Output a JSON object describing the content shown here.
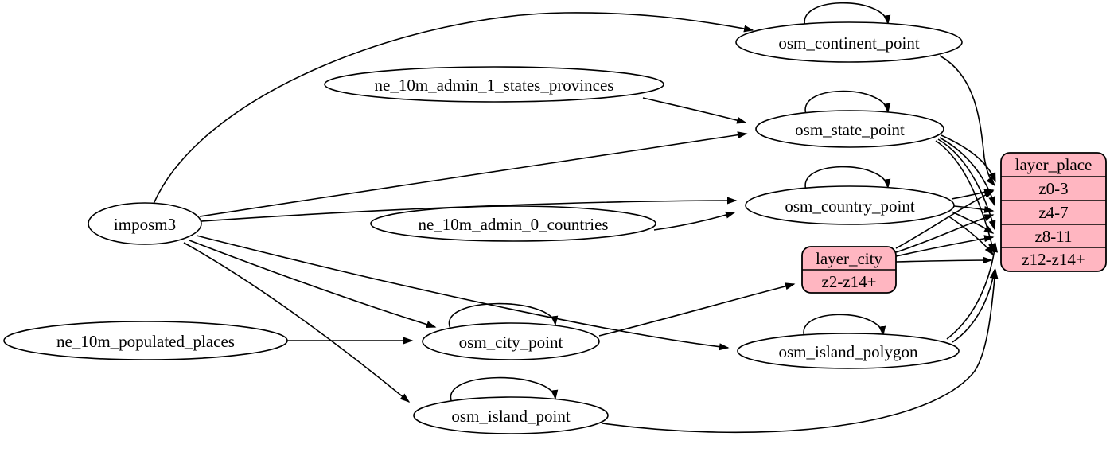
{
  "diagram": {
    "kind": "etl-graph",
    "background": "#ffffff",
    "colors": {
      "node_fill": "#ffffff",
      "record_fill": "#ffb6c1",
      "stroke": "#000000",
      "text": "#000000"
    },
    "nodes": {
      "imposm3": {
        "label": "imposm3",
        "shape": "ellipse"
      },
      "ne_10m_admin_1_states_provinces": {
        "label": "ne_10m_admin_1_states_provinces",
        "shape": "ellipse"
      },
      "ne_10m_admin_0_countries": {
        "label": "ne_10m_admin_0_countries",
        "shape": "ellipse"
      },
      "ne_10m_populated_places": {
        "label": "ne_10m_populated_places",
        "shape": "ellipse"
      },
      "osm_continent_point": {
        "label": "osm_continent_point",
        "shape": "ellipse"
      },
      "osm_state_point": {
        "label": "osm_state_point",
        "shape": "ellipse"
      },
      "osm_country_point": {
        "label": "osm_country_point",
        "shape": "ellipse"
      },
      "osm_city_point": {
        "label": "osm_city_point",
        "shape": "ellipse"
      },
      "osm_island_polygon": {
        "label": "osm_island_polygon",
        "shape": "ellipse"
      },
      "osm_island_point": {
        "label": "osm_island_point",
        "shape": "ellipse"
      }
    },
    "records": {
      "layer_city": {
        "title": "layer_city",
        "rows": [
          "z2-z14+"
        ]
      },
      "layer_place": {
        "title": "layer_place",
        "rows": [
          "z0-3",
          "z4-7",
          "z8-11",
          "z12-z14+"
        ]
      }
    },
    "edges": [
      {
        "from": "imposm3",
        "to": "osm_continent_point"
      },
      {
        "from": "imposm3",
        "to": "osm_state_point"
      },
      {
        "from": "imposm3",
        "to": "osm_country_point"
      },
      {
        "from": "imposm3",
        "to": "osm_city_point"
      },
      {
        "from": "imposm3",
        "to": "osm_island_polygon"
      },
      {
        "from": "imposm3",
        "to": "osm_island_point"
      },
      {
        "from": "ne_10m_admin_1_states_provinces",
        "to": "osm_state_point"
      },
      {
        "from": "ne_10m_admin_0_countries",
        "to": "osm_country_point"
      },
      {
        "from": "ne_10m_populated_places",
        "to": "osm_city_point"
      },
      {
        "from": "osm_continent_point",
        "to": "osm_continent_point",
        "self_loop": true
      },
      {
        "from": "osm_state_point",
        "to": "osm_state_point",
        "self_loop": true
      },
      {
        "from": "osm_country_point",
        "to": "osm_country_point",
        "self_loop": true
      },
      {
        "from": "osm_city_point",
        "to": "osm_city_point",
        "self_loop": true
      },
      {
        "from": "osm_island_polygon",
        "to": "osm_island_polygon",
        "self_loop": true
      },
      {
        "from": "osm_island_point",
        "to": "osm_island_point",
        "self_loop": true
      },
      {
        "from": "osm_city_point",
        "to": "layer_city",
        "port": "z2-z14+"
      },
      {
        "from": "osm_continent_point",
        "to": "layer_place",
        "port": "z0-3"
      },
      {
        "from": "osm_country_point",
        "to": "layer_place",
        "port": "z0-3"
      },
      {
        "from": "osm_country_point",
        "to": "layer_place",
        "port": "z4-7"
      },
      {
        "from": "osm_country_point",
        "to": "layer_place",
        "port": "z8-11"
      },
      {
        "from": "osm_country_point",
        "to": "layer_place",
        "port": "z12-z14+"
      },
      {
        "from": "osm_state_point",
        "to": "layer_place",
        "port": "z0-3"
      },
      {
        "from": "osm_state_point",
        "to": "layer_place",
        "port": "z4-7"
      },
      {
        "from": "osm_state_point",
        "to": "layer_place",
        "port": "z8-11"
      },
      {
        "from": "osm_state_point",
        "to": "layer_place",
        "port": "z12-z14+"
      },
      {
        "from": "osm_island_polygon",
        "to": "layer_place",
        "port": "z8-11"
      },
      {
        "from": "osm_island_polygon",
        "to": "layer_place",
        "port": "z12-z14+"
      },
      {
        "from": "osm_island_point",
        "to": "layer_place",
        "port": "z12-z14+"
      },
      {
        "from": "layer_city",
        "to": "layer_place",
        "port": "z0-3"
      },
      {
        "from": "layer_city",
        "to": "layer_place",
        "port": "z4-7"
      },
      {
        "from": "layer_city",
        "to": "layer_place",
        "port": "z8-11"
      },
      {
        "from": "layer_city",
        "to": "layer_place",
        "port": "z12-z14+"
      }
    ]
  }
}
